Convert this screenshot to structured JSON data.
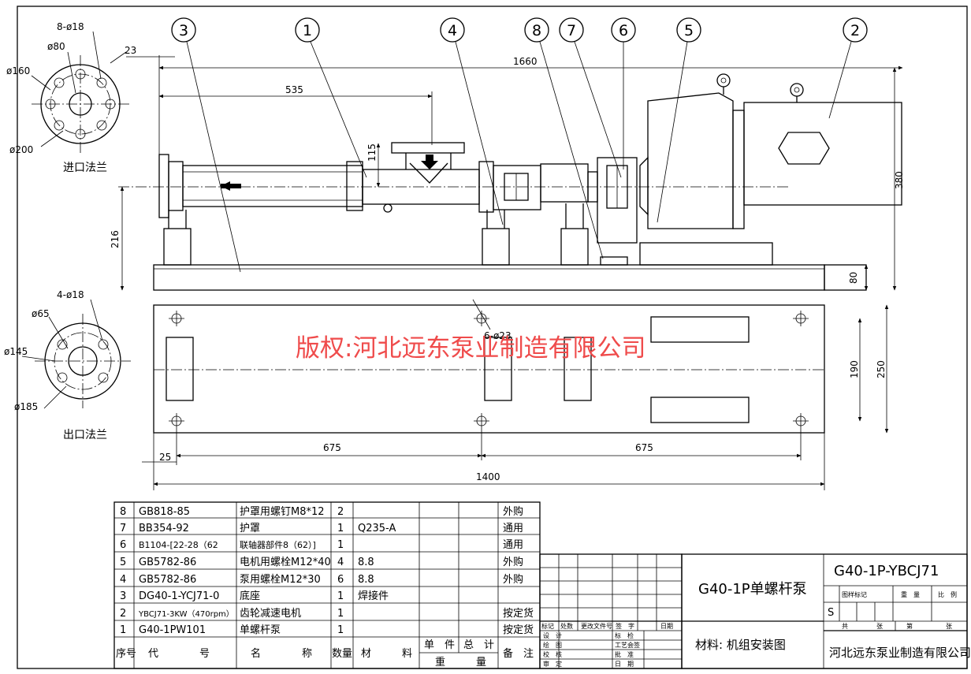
{
  "balloons": [
    "3",
    "1",
    "4",
    "8",
    "7",
    "6",
    "5",
    "2"
  ],
  "dims": {
    "d1660": "1660",
    "d535": "535",
    "d115": "115",
    "d380": "380",
    "d216": "216",
    "d80": "80",
    "d23": "23",
    "d190": "190",
    "d250": "250",
    "d675a": "675",
    "d675b": "675",
    "d25": "25",
    "d1400": "1400",
    "holes": "6-ø23"
  },
  "inlet": {
    "holes": "8-ø18",
    "d80": "ø80",
    "d160": "ø160",
    "d200": "ø200",
    "caption": "进口法兰"
  },
  "outlet": {
    "holes": "4-ø18",
    "d65": "ø65",
    "d145": "ø145",
    "d185": "ø185",
    "caption": "出口法兰"
  },
  "watermark": "版权:河北远东泵业制造有限公司",
  "bom": {
    "header": {
      "no": "序号",
      "code": "代　　　　号",
      "name": "名　　　　称",
      "qty": "数量",
      "material": "材　　　料",
      "unit": "单　件",
      "total": "总　计",
      "weight": "重　　　量",
      "note": "备　注"
    },
    "rows": [
      {
        "no": "8",
        "code": "GB818-85",
        "name": "护罩用螺钉M8*12",
        "qty": "2",
        "material": "",
        "note": "外购"
      },
      {
        "no": "7",
        "code": "BB354-92",
        "name": "护罩",
        "qty": "1",
        "material": "Q235-A",
        "note": "通用"
      },
      {
        "no": "6",
        "code": "B1104-[22-28（62",
        "name": "联轴器部件8（62）]",
        "qty": "1",
        "material": "",
        "note": "通用"
      },
      {
        "no": "5",
        "code": "GB5782-86",
        "name": "电机用螺栓M12*40",
        "qty": "4",
        "material": "8.8",
        "note": "外购"
      },
      {
        "no": "4",
        "code": "GB5782-86",
        "name": "泵用螺栓M12*30",
        "qty": "6",
        "material": "8.8",
        "note": "外购"
      },
      {
        "no": "3",
        "code": "DG40-1-YCJ71-0",
        "name": "底座",
        "qty": "1",
        "material": "焊接件",
        "note": ""
      },
      {
        "no": "2",
        "code": "YBCJ71-3KW（470rpm）",
        "name": "齿轮减速电机",
        "qty": "1",
        "material": "",
        "note": "按定货"
      },
      {
        "no": "1",
        "code": "G40-1PW101",
        "name": "单螺杆泵",
        "qty": "1",
        "material": "",
        "note": "按定货"
      }
    ]
  },
  "revision": {
    "labels": [
      "标记",
      "处数",
      "更改文件号",
      "签　字",
      "日期"
    ],
    "roles_left": [
      "设　计",
      "绘　图",
      "校　核",
      "审　定"
    ],
    "roles_right": [
      "标　检",
      "工艺会签",
      "批　准",
      "日　期"
    ]
  },
  "title_block": {
    "product": "G40-1P单螺杆泵",
    "material": "材料: 机组安装图",
    "drawing_no": "G40-1P-YBCJ71",
    "stage": "图样标记",
    "weight": "重　量",
    "scale": "比　例",
    "stage_mark": "S",
    "sheet_total": "共",
    "sheet_unit": "张",
    "sheet_no": "第",
    "sheet_unit2": "张",
    "company": "河北远东泵业制造有限公司"
  }
}
